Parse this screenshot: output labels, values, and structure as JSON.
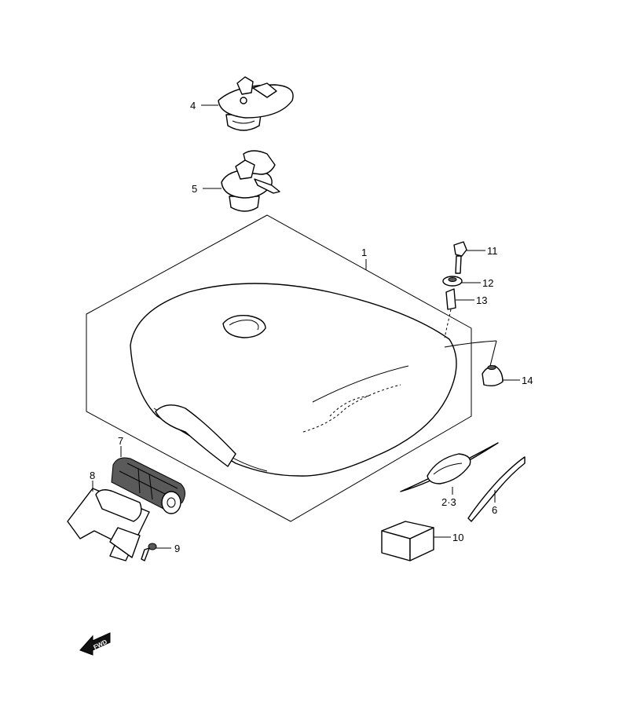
{
  "labels": {
    "p1": "1",
    "p23": "2·3",
    "p4": "4",
    "p5": "5",
    "p6": "6",
    "p7": "7",
    "p8": "8",
    "p9": "9",
    "p10": "10",
    "p11": "11",
    "p12": "12",
    "p13": "13",
    "p14": "14"
  },
  "fwd_label": "FWD"
}
